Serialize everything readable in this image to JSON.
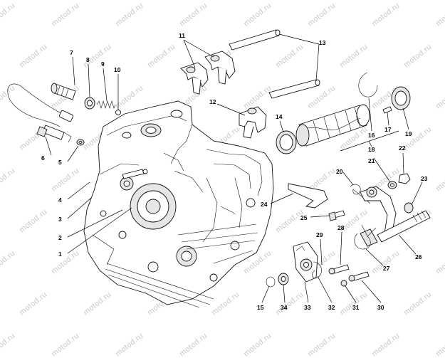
{
  "diagram": {
    "watermark": "motod.ru",
    "callouts": [
      {
        "id": "c1",
        "text": "1"
      },
      {
        "id": "c2",
        "text": "2"
      },
      {
        "id": "c3",
        "text": "3"
      },
      {
        "id": "c4",
        "text": "4"
      },
      {
        "id": "c5",
        "text": "5"
      },
      {
        "id": "c6",
        "text": "6"
      },
      {
        "id": "c7",
        "text": "7"
      },
      {
        "id": "c8",
        "text": "8"
      },
      {
        "id": "c9",
        "text": "9"
      },
      {
        "id": "c10",
        "text": "10"
      },
      {
        "id": "c11",
        "text": "11"
      },
      {
        "id": "c12",
        "text": "12"
      },
      {
        "id": "c13",
        "text": "13"
      },
      {
        "id": "c14",
        "text": "14"
      },
      {
        "id": "c15",
        "text": "15"
      },
      {
        "id": "c16",
        "text": "16"
      },
      {
        "id": "c17",
        "text": "17"
      },
      {
        "id": "c18",
        "text": "18"
      },
      {
        "id": "c19",
        "text": "19"
      },
      {
        "id": "c20",
        "text": "20"
      },
      {
        "id": "c21",
        "text": "21"
      },
      {
        "id": "c22",
        "text": "22"
      },
      {
        "id": "c23",
        "text": "23"
      },
      {
        "id": "c24",
        "text": "24"
      },
      {
        "id": "c25",
        "text": "25"
      },
      {
        "id": "c26",
        "text": "26"
      },
      {
        "id": "c27",
        "text": "27"
      },
      {
        "id": "c28",
        "text": "28"
      },
      {
        "id": "c29",
        "text": "29"
      },
      {
        "id": "c30",
        "text": "30"
      },
      {
        "id": "c31",
        "text": "31"
      },
      {
        "id": "c32",
        "text": "32"
      },
      {
        "id": "c33",
        "text": "33"
      },
      {
        "id": "c34",
        "text": "34"
      }
    ]
  }
}
